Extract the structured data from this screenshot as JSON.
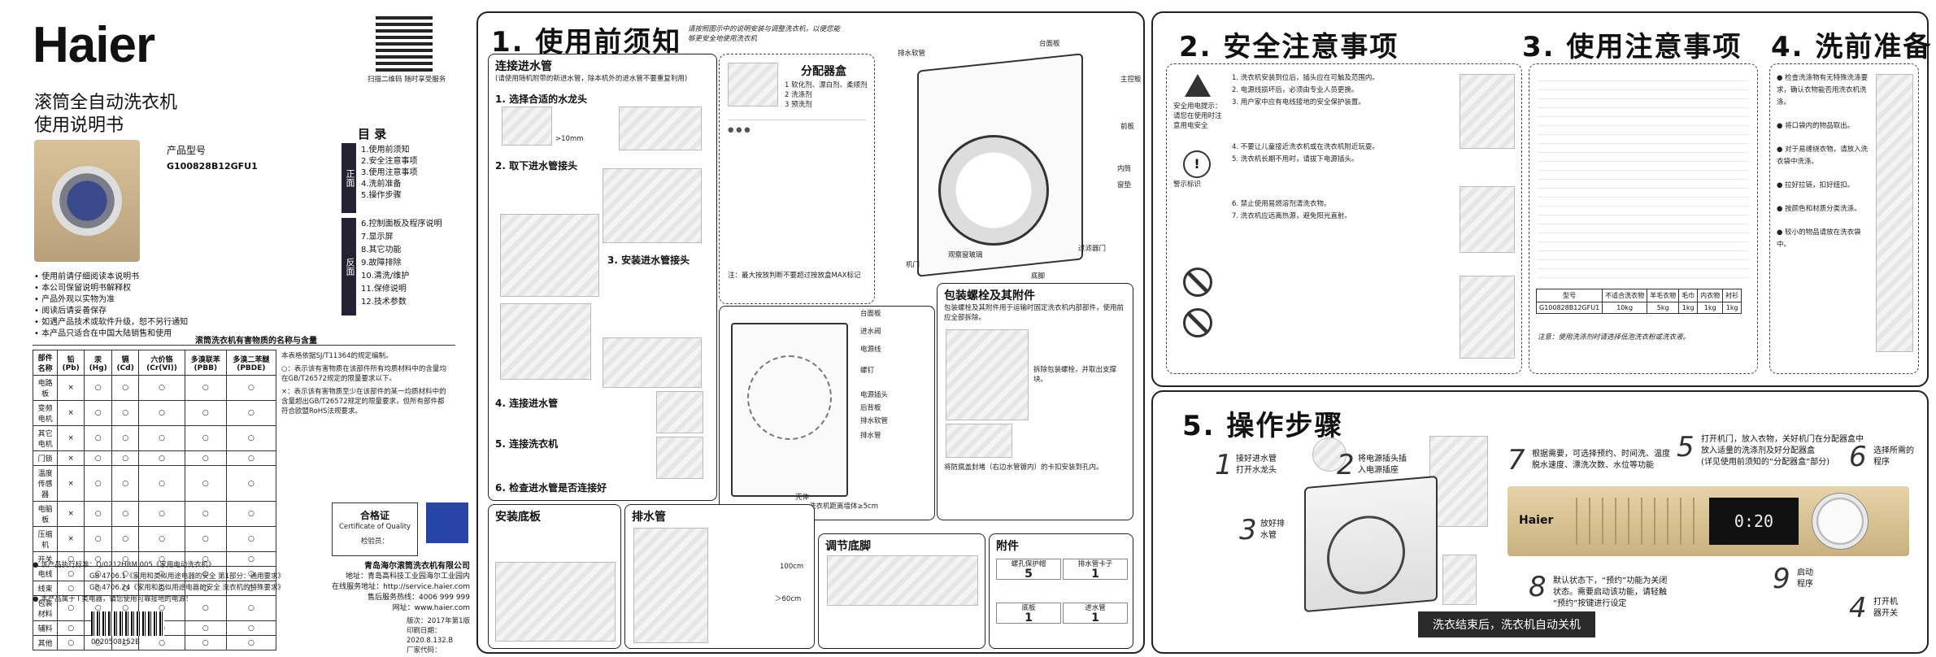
{
  "cover": {
    "logo": "Haier",
    "title_line1": "滚筒全自动洗衣机",
    "title_line2": "使用说明书",
    "model_label": "产品型号",
    "model": "G100828B12GFU1",
    "qr_caption": "扫描二维码 随时享受服务",
    "notes": [
      "• 使用前请仔细阅读本说明书",
      "• 本公司保留说明书解释权",
      "• 产品外观以实物为准",
      "• 阅读后请妥善保存",
      "• 如遇产品技术或软件升级，恕不另行通知",
      "• 本产品只适合在中国大陆销售和使用"
    ],
    "toc_title": "目 录",
    "toc_tab_front": "正面",
    "toc_tab_back": "反面",
    "toc_front": [
      "1.使用前须知",
      "2.安全注意事项",
      "3.使用注意事项",
      "4.洗前准备",
      "5.操作步骤"
    ],
    "toc_back": [
      "6.控制面板及程序说明",
      "7.显示屏",
      "8.其它功能",
      "9.故障排除",
      "10.清洗/维护",
      "11.保修说明",
      "12.技术参数"
    ],
    "hazard_title": "滚筒洗衣机有害物质的名称与含量",
    "hazard_note": "本表格依据SJ/T11364的规定编制。",
    "hazard_cols": [
      "部件名称",
      "铅 (Pb)",
      "汞 (Hg)",
      "镉 (Cd)",
      "六价铬 (Cr(VI))",
      "多溴联苯 (PBB)",
      "多溴二苯醚 (PBDE)"
    ],
    "hazard_rows": [
      [
        "电路板",
        "×",
        "○",
        "○",
        "○",
        "○",
        "○"
      ],
      [
        "变频电机",
        "×",
        "○",
        "○",
        "○",
        "○",
        "○"
      ],
      [
        "其它电机",
        "×",
        "○",
        "○",
        "○",
        "○",
        "○"
      ],
      [
        "门锁",
        "×",
        "○",
        "○",
        "○",
        "○",
        "○"
      ],
      [
        "温度传感器",
        "×",
        "○",
        "○",
        "○",
        "○",
        "○"
      ],
      [
        "电脑板",
        "×",
        "○",
        "○",
        "○",
        "○",
        "○"
      ],
      [
        "压缩机",
        "×",
        "○",
        "○",
        "○",
        "○",
        "○"
      ],
      [
        "开关",
        "○",
        "○",
        "○",
        "○",
        "○",
        "○"
      ],
      [
        "电线",
        "○",
        "○",
        "○",
        "○",
        "○",
        "○"
      ],
      [
        "线束",
        "○",
        "○",
        "○",
        "○",
        "○",
        "○"
      ],
      [
        "包装材料",
        "○",
        "○",
        "○",
        "○",
        "○",
        "○"
      ],
      [
        "辅料",
        "○",
        "○",
        "○",
        "○",
        "○",
        "○"
      ],
      [
        "其他",
        "○",
        "○",
        "○",
        "○",
        "○",
        "○"
      ]
    ],
    "hazard_legend": [
      "○：表示该有害物质在该部件所有均质材料中的含量均在GB/T26572规定的限量要求以下。",
      "×：表示该有害物质至少在该部件的某一均质材料中的含量超出GB/T26572规定的限量要求，但所有部件都符合欧盟RoHS法规要求。"
    ],
    "standards": [
      "● 该产品执行标准：Q/0212HRM 005《家用电动洗衣机》",
      "GB 4706.1《家用和类似用途电器的安全 第1部分：通用要求》",
      "GB 4706.24《家用和类似用途电器的安全 洗衣机的特殊要求》",
      "● 本产品属于 I 类电器，请您使用可靠接地的电源！"
    ],
    "cert_title": "合格证",
    "cert_sub": "Certificate of Quality",
    "cert_inspector": "检验员：",
    "company": "青岛海尔滚筒洗衣机有限公司",
    "address": "地址：青岛高科技工业园海尔工业园内",
    "website": "在线服务地址：http://service.haier.com",
    "hotline": "售后服务热线：4006 999 999",
    "web2": "网址：www.haier.com",
    "edition": "版次：2017年第1版",
    "date": "印刷日期：2020.8.132.B",
    "factory": "厂家代码：",
    "barcode": "0020508152B"
  },
  "sec1": {
    "num": "1.",
    "title": "使用前须知",
    "subtitle": "请按照图示中的说明安装与调整洗衣机，以便您能够更安全地使用洗衣机",
    "water_title": "连接进水管",
    "water_sub": "(请使用随机附带的新进水管，除本机外的进水管不要重复利用)",
    "steps": [
      "1. 选择合适的水龙头",
      "2. 取下进水管接头",
      "3. 安装进水管接头",
      "4. 连接进水管",
      "5. 连接洗衣机",
      "6. 检查进水管是否连接好"
    ],
    "tap_mark": ">10mm",
    "detergent_title": "分配器盒",
    "detergent_items": [
      "1 软化剂、漂白剂、柔顺剂",
      "2 洗涤剂",
      "3 预洗剂"
    ],
    "detergent_note": "注：最大按放判断不要超过按放盒MAX标记",
    "front_labels": [
      "排水软管",
      "台面板",
      "主控板",
      "前板",
      "内筒",
      "窗垫",
      "机门",
      "观察窗玻璃",
      "底脚",
      "过滤器门"
    ],
    "back_labels": [
      "台面板",
      "进水阀",
      "电源线",
      "螺钉",
      "电源插头",
      "后背板",
      "排水软管",
      "排水管",
      "壳体"
    ],
    "bolt_title": "包装螺栓及其附件",
    "bolt_text": "包装螺栓及其附件用于运输时固定洗衣机内部部件，使用前应全部拆除。",
    "bolt_steps": [
      "拆除包装螺栓，并取出支撑块。",
      "将防腐盖封堵（右边水管镀内）的卡扣安装到孔内。"
    ],
    "drain_box_title": "排水管",
    "level_title": "安装底板",
    "feet_title": "调节底脚",
    "acc_title": "附件",
    "acc_items": [
      {
        "name": "螺孔保护帽",
        "qty": "5"
      },
      {
        "name": "排水管卡子",
        "qty": "1"
      },
      {
        "name": "底板",
        "qty": "1"
      },
      {
        "name": "进水管",
        "qty": "1"
      }
    ],
    "drain_height": "100cm",
    "drain_floor": "＞60cm",
    "back_note": "洗衣机距离墙体≥5cm"
  },
  "sec2": {
    "num": "2.",
    "title": "安全注意事项",
    "warn_caption": "安全用电提示：请您在使用时注意用电安全",
    "warn_title": "警示标识",
    "rules": [
      "1. 洗衣机安装到位后，插头应在可触及范围内。",
      "2. 电源线损坏后，必须由专业人员更换。",
      "3. 用户家中应有电线接地的安全保护装置。",
      "4. 不要让儿童接近洗衣机或在洗衣机附近玩耍。",
      "5. 洗衣机长期不用时，请拔下电源插头。",
      "6. 禁止使用易燃溶剂清洗衣物。",
      "7. 洗衣机应远离热源，避免阳光直射。"
    ]
  },
  "sec3": {
    "num": "3.",
    "title": "使用注意事项",
    "table_head": [
      "型号",
      "不适合洗衣物",
      "羊毛衣物",
      "毛巾",
      "内衣物",
      "衬衫"
    ],
    "table_row": [
      "G100828B12GFU1",
      "10kg",
      "5kg",
      "1kg",
      "1kg",
      "1kg"
    ],
    "tip": "注意：使用洗涤剂时请选择低泡洗衣粉或洗衣液。"
  },
  "sec4": {
    "num": "4.",
    "title": "洗前准备",
    "items": [
      "● 检查洗涤物有无特殊洗涤要求，确认衣物能否用洗衣机洗涤。",
      "● 将口袋内的物品取出。",
      "● 对于易缠绕衣物，请放入洗衣袋中洗涤。",
      "● 拉好拉链，扣好纽扣。",
      "● 按颜色和材质分类洗涤。",
      "● 较小的物品请放在洗衣袋中。"
    ]
  },
  "sec5": {
    "num": "5.",
    "title": "操作步骤",
    "steps": [
      {
        "n": "1",
        "text": "接好进水管\n打开水龙头"
      },
      {
        "n": "2",
        "text": "将电源插头插\n入电源插座"
      },
      {
        "n": "3",
        "text": "放好排\n水管"
      },
      {
        "n": "4",
        "text": "打开机\n器开关"
      },
      {
        "n": "5",
        "text": "打开机门，放入衣物，关好机门在分配器盒中\n放入适量的洗涤剂及好分配器盒\n(详见使用前须知的“分配器盒”部分)"
      },
      {
        "n": "6",
        "text": "选择所需的\n程序"
      },
      {
        "n": "7",
        "text": "根据需要，可选择预约、时间洗、温度\n脱水速度、漂洗次数、水位等功能"
      },
      {
        "n": "8",
        "text": "默认状态下，“预约”功能为关闭\n状态。需要启动该功能，请轻触\n“预约”按键进行设定"
      },
      {
        "n": "9",
        "text": "启动\n程序"
      }
    ],
    "banner": "洗衣结束后，洗衣机自动关机",
    "display": "0:20"
  }
}
